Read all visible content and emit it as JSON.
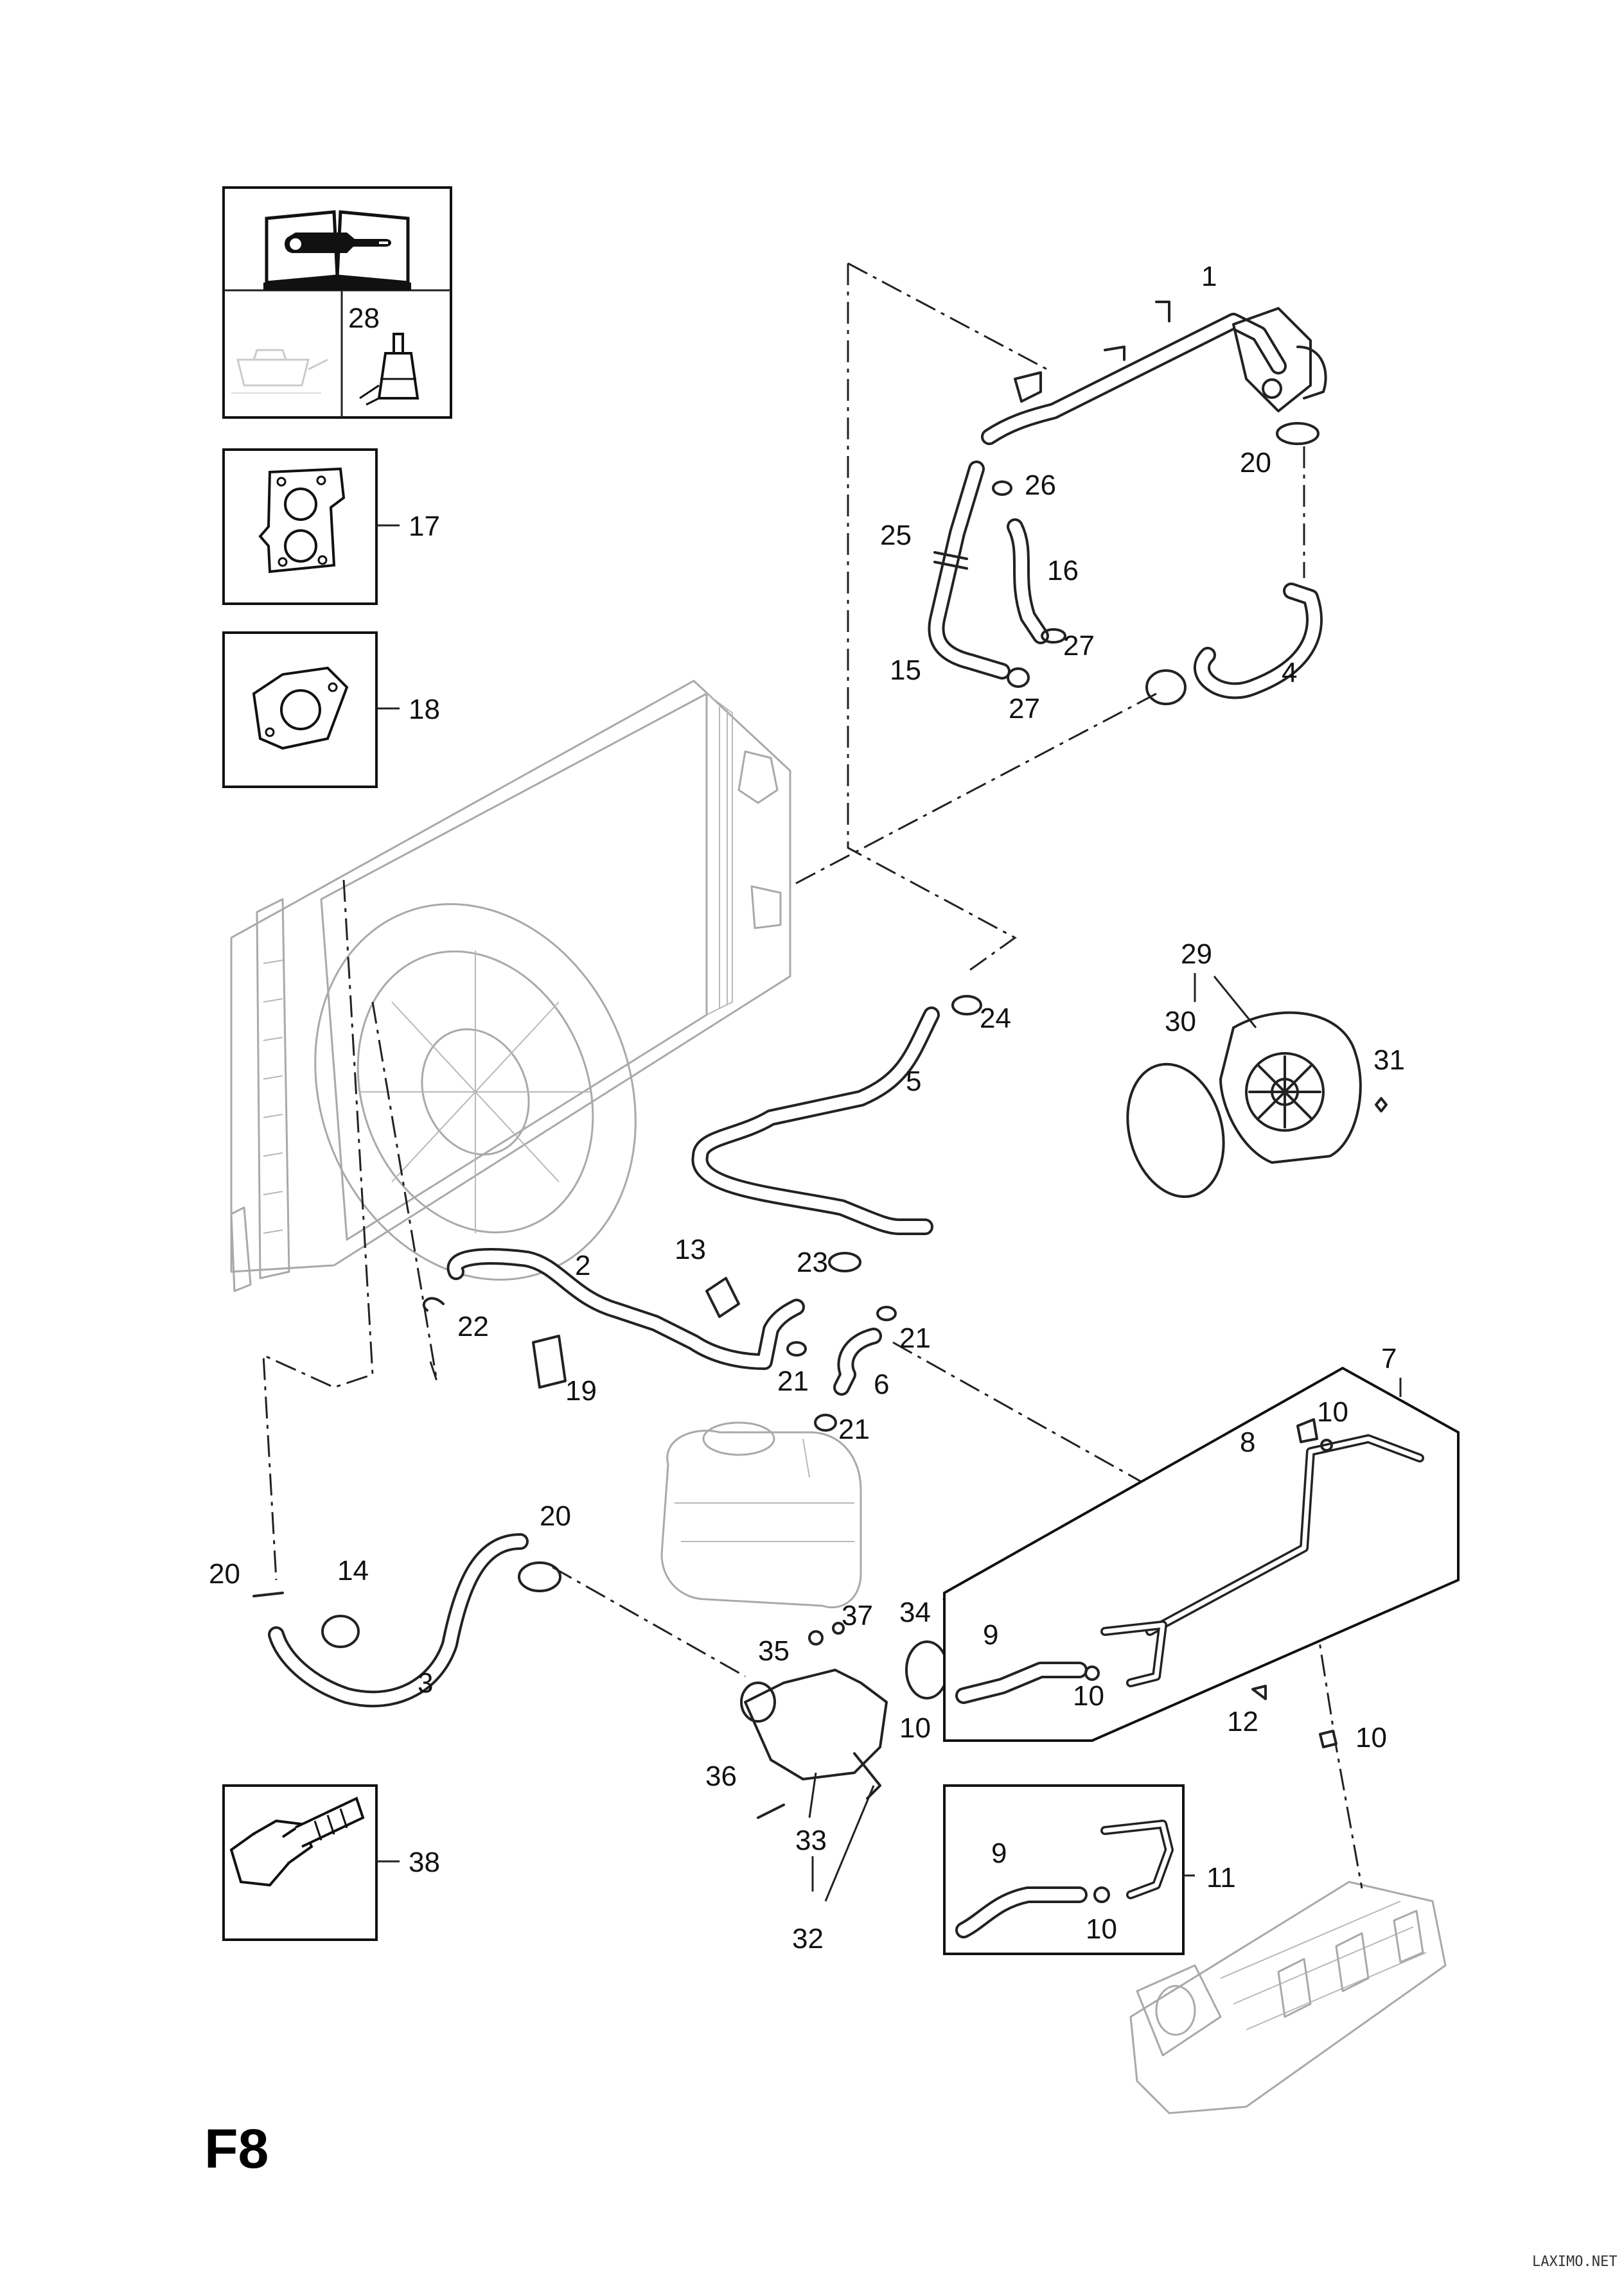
{
  "page_code": "F8",
  "watermark": "LAXIMO.NET",
  "icons": [
    "service-manual-icon",
    "oil-can-icon",
    "sealant-tube-icon",
    "gasket-icon",
    "flange-bolt-icon"
  ],
  "callouts": {
    "n1": "1",
    "n2": "2",
    "n3": "3",
    "n4": "4",
    "n5": "5",
    "n6": "6",
    "n7": "7",
    "n8": "8",
    "n9a": "9",
    "n9b": "9",
    "n10a": "10",
    "n10b": "10",
    "n10c": "10",
    "n10d": "10",
    "n10e": "10",
    "n11": "11",
    "n12": "12",
    "n13": "13",
    "n14": "14",
    "n15": "15",
    "n16": "16",
    "n17": "17",
    "n18": "18",
    "n19": "19",
    "n20a": "20",
    "n20b": "20",
    "n20c": "20",
    "n21a": "21",
    "n21b": "21",
    "n21c": "21",
    "n22": "22",
    "n23": "23",
    "n24": "24",
    "n25": "25",
    "n26": "26",
    "n27a": "27",
    "n27b": "27",
    "n28": "28",
    "n29": "29",
    "n30": "30",
    "n31": "31",
    "n32": "32",
    "n33": "33",
    "n34": "34",
    "n35": "35",
    "n36": "36",
    "n37": "37",
    "n38": "38"
  }
}
